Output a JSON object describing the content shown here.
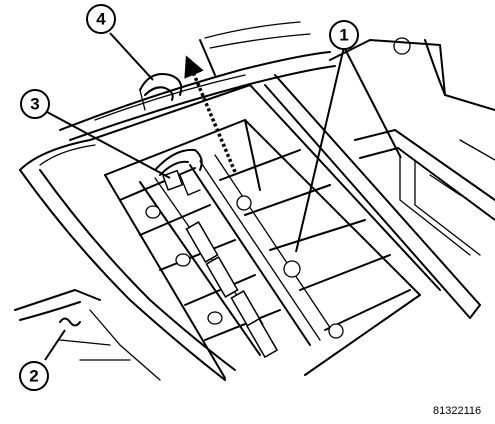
{
  "callouts": [
    {
      "id": "callout-1",
      "label": "1"
    },
    {
      "id": "callout-2",
      "label": "2"
    },
    {
      "id": "callout-3",
      "label": "3"
    },
    {
      "id": "callout-4",
      "label": "4"
    }
  ],
  "figure_id": "81322116"
}
